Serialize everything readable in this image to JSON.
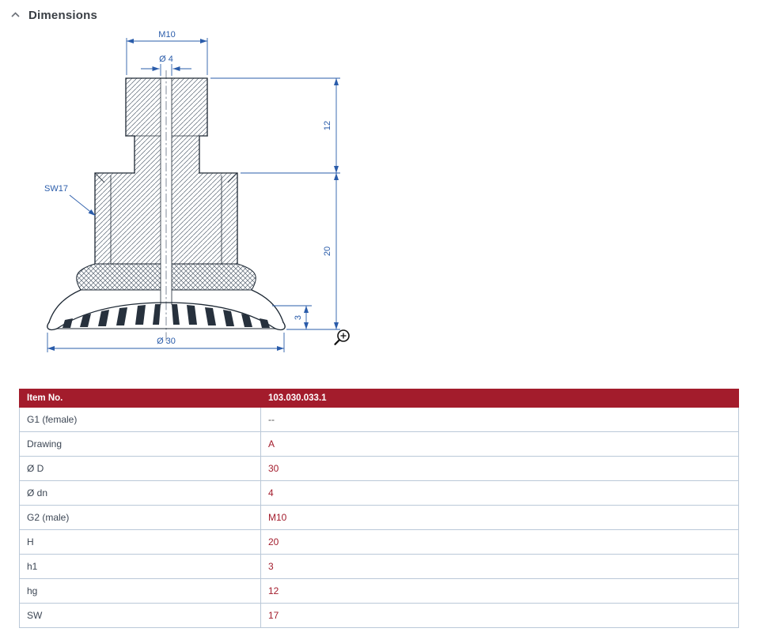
{
  "section": {
    "title": "Dimensions"
  },
  "icons": {
    "header_collapse": "chevron-up",
    "drawing_zoom": "magnifier-zoom-in"
  },
  "drawing": {
    "dim_thread": "M10",
    "dim_bore": "Ø 4",
    "dim_hg": "12",
    "dim_h": "20",
    "dim_h1": "3",
    "dim_sw": "SW17",
    "dim_diameter": "Ø 30"
  },
  "table": {
    "header": {
      "label": "Item No.",
      "value": "103.030.033.1"
    },
    "rows": [
      {
        "label": "G1 (female)",
        "value": "--"
      },
      {
        "label": "Drawing",
        "value": "A"
      },
      {
        "label": "Ø D",
        "value": "30"
      },
      {
        "label": "Ø dn",
        "value": "4"
      },
      {
        "label": "G2 (male)",
        "value": "M10"
      },
      {
        "label": "H",
        "value": "20"
      },
      {
        "label": "h1",
        "value": "3"
      },
      {
        "label": "hg",
        "value": "12"
      },
      {
        "label": "SW",
        "value": "17"
      }
    ]
  },
  "colors": {
    "accent_red": "#a31c2c",
    "dimension_blue": "#2a5caa",
    "geometry_dark": "#1c2733",
    "table_border": "#bac8d8"
  }
}
